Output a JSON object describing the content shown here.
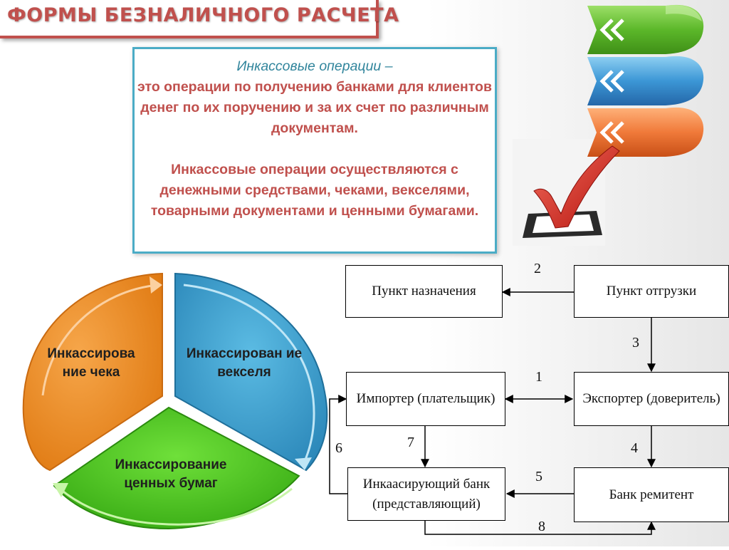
{
  "title": "ФОРМЫ БЕЗНАЛИЧНОГО РАСЧЕТА",
  "definition": {
    "heading": "Инкассовые операции –",
    "line1": "это операции по получению банками для клиентов денег по их поручению и за их счет по различным документам.",
    "line2": "Инкассовые операции осуществляются с денежными средствами, чеками, векселями, товарными документами и ценными бумагами."
  },
  "cycle": {
    "orange": "Инкассирова ние чека",
    "blue": "Инкассирован ие векселя",
    "green": "Инкассирование ценных бумаг"
  },
  "flow": {
    "destination": "Пункт назначения",
    "shipment": "Пункт отгрузки",
    "importer": "Импортер (плательщик)",
    "exporter": "Экспортер (доверитель)",
    "collecting_bank_1": "Инкаасирующий банк",
    "collecting_bank_2": "(представляющий)",
    "remitting_bank": "Банк ремитент",
    "steps": [
      "1",
      "2",
      "3",
      "4",
      "5",
      "6",
      "7",
      "8"
    ]
  },
  "colors": {
    "title": "#c0504d",
    "box_border": "#4bacc6",
    "heading": "#31859c",
    "body_text": "#c0504d",
    "orange": "#f0912d",
    "blue": "#3aa3cf",
    "green": "#4cc21a",
    "red": "#d8382c"
  },
  "icons": [
    "checkmark-icon",
    "chevron-arrow-icon"
  ]
}
